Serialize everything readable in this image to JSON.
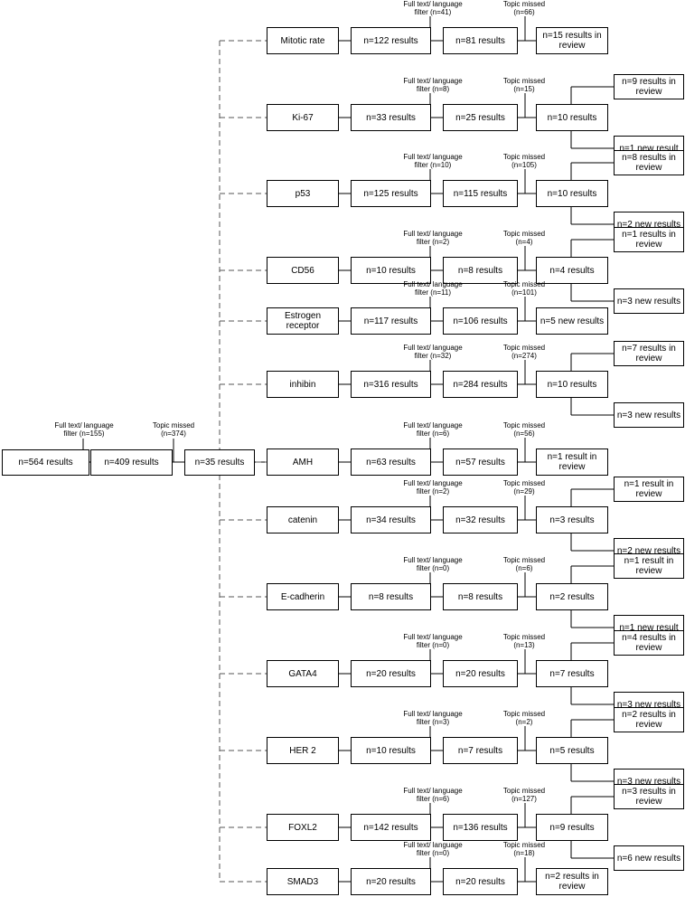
{
  "main_chain": {
    "start": "n=564 results",
    "after_filter": "n=409 results",
    "after_topic": "n=35 results",
    "filter_label": "Full text/ language\nfilter (n=155)",
    "topic_label": "Topic missed\n(n=374)"
  },
  "markers": [
    {
      "marker": "Mitotic rate",
      "initial": "n=122 results",
      "after_filter": "n=81 results",
      "filter_label": "Full text/ language\nfilter (n=41)",
      "topic_label": "Topic missed\n(n=66)",
      "outcomes": [
        "n=15 results in review"
      ]
    },
    {
      "marker": "Ki-67",
      "initial": "n=33 results",
      "after_filter": "n=25 results",
      "filter_label": "Full text/ language\nfilter (n=8)",
      "topic_label": "Topic missed\n(n=15)",
      "final": "n=10 results",
      "outcomes": [
        "n=9 results in review",
        "n=1 new result"
      ]
    },
    {
      "marker": "p53",
      "initial": "n=125 results",
      "after_filter": "n=115 results",
      "filter_label": "Full text/ language\nfilter (n=10)",
      "topic_label": "Topic missed\n(n=105)",
      "final": "n=10 results",
      "outcomes": [
        "n=8 results in review",
        "n=2 new results"
      ]
    },
    {
      "marker": "CD56",
      "initial": "n=10 results",
      "after_filter": "n=8 results",
      "filter_label": "Full text/ language\nfilter (n=2)",
      "topic_label": "Topic missed\n(n=4)",
      "final": "n=4 results",
      "outcomes": [
        "n=1 results in review",
        "n=3 new results"
      ]
    },
    {
      "marker": "Estrogen receptor",
      "initial": "n=117 results",
      "after_filter": "n=106 results",
      "filter_label": "Full text/ language\nfilter (n=11)",
      "topic_label": "Topic missed\n(n=101)",
      "outcomes": [
        "n=5 new results"
      ]
    },
    {
      "marker": "inhibin",
      "initial": "n=316 results",
      "after_filter": "n=284 results",
      "filter_label": "Full text/ language\nfilter (n=32)",
      "topic_label": "Topic missed\n(n=274)",
      "final": "n=10 results",
      "outcomes": [
        "n=7 results in review",
        "n=3 new results"
      ]
    },
    {
      "marker": "AMH",
      "initial": "n=63 results",
      "after_filter": "n=57 results",
      "filter_label": "Full text/ language\nfilter (n=6)",
      "topic_label": "Topic missed\n(n=56)",
      "outcomes": [
        "n=1 result in review"
      ]
    },
    {
      "marker": "catenin",
      "initial": "n=34 results",
      "after_filter": "n=32 results",
      "filter_label": "Full text/ language\nfilter (n=2)",
      "topic_label": "Topic missed\n(n=29)",
      "final": "n=3 results",
      "outcomes": [
        "n=1 result in review",
        "n=2 new results"
      ]
    },
    {
      "marker": "E-cadherin",
      "initial": "n=8 results",
      "after_filter": "n=8 results",
      "filter_label": "Full text/ language\nfilter (n=0)",
      "topic_label": "Topic missed\n(n=6)",
      "final": "n=2 results",
      "outcomes": [
        "n=1 result in review",
        "n=1 new result"
      ]
    },
    {
      "marker": "GATA4",
      "initial": "n=20 results",
      "after_filter": "n=20 results",
      "filter_label": "Full text/ language\nfilter (n=0)",
      "topic_label": "Topic missed\n(n=13)",
      "final": "n=7 results",
      "outcomes": [
        "n=4 results in review",
        "n=3 new results"
      ]
    },
    {
      "marker": "HER 2",
      "initial": "n=10 results",
      "after_filter": "n=7 results",
      "filter_label": "Full text/ language\nfilter (n=3)",
      "topic_label": "Topic missed\n(n=2)",
      "final": "n=5 results",
      "outcomes": [
        "n=2 results in review",
        "n=3 new results"
      ]
    },
    {
      "marker": "FOXL2",
      "initial": "n=142 results",
      "after_filter": "n=136 results",
      "filter_label": "Full text/ language\nfilter (n=6)",
      "topic_label": "Topic missed\n(n=127)",
      "final": "n=9 results",
      "outcomes": [
        "n=3 results in review",
        "n=6 new results"
      ]
    },
    {
      "marker": "SMAD3",
      "initial": "n=20 results",
      "after_filter": "n=20 results",
      "filter_label": "Full text/ language\nfilter (n=0)",
      "topic_label": "Topic missed\n(n=18)",
      "outcomes": [
        "n=2 results in review"
      ]
    }
  ]
}
